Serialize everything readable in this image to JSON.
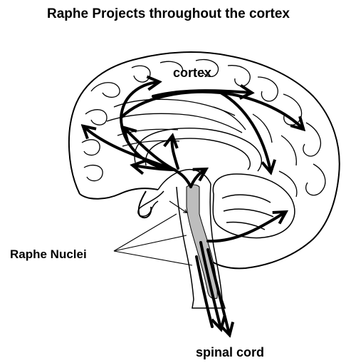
{
  "title": "Raphe Projects throughout the cortex",
  "labels": {
    "cortex": "cortex",
    "raphe_nuclei": "Raphe Nuclei",
    "spinal_cord": "spinal cord"
  }
}
